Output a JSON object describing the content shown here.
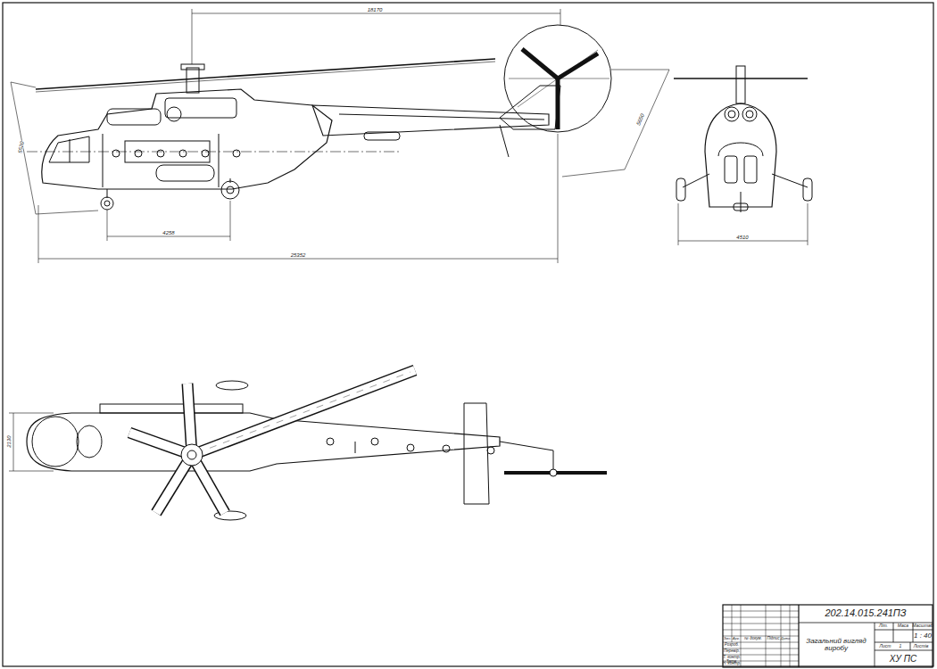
{
  "diagram": {
    "labels": [
      "18170",
      "5520",
      "4258",
      "25352",
      "5650",
      "4510",
      "2130",
      "202.14.015.241ПЗ",
      "Загальний вигляд виробу",
      "Літ.",
      "Маса",
      "Масштаб",
      "1 : 40",
      "Лист",
      "Листів",
      "1",
      "ХУ ПС",
      "Змн.",
      "Арк.",
      "№ докум.",
      "Підпис",
      "Дата",
      "Розроб.",
      "Перевір.",
      "Т. контр.",
      "Н. контр.",
      "Затв."
    ]
  }
}
